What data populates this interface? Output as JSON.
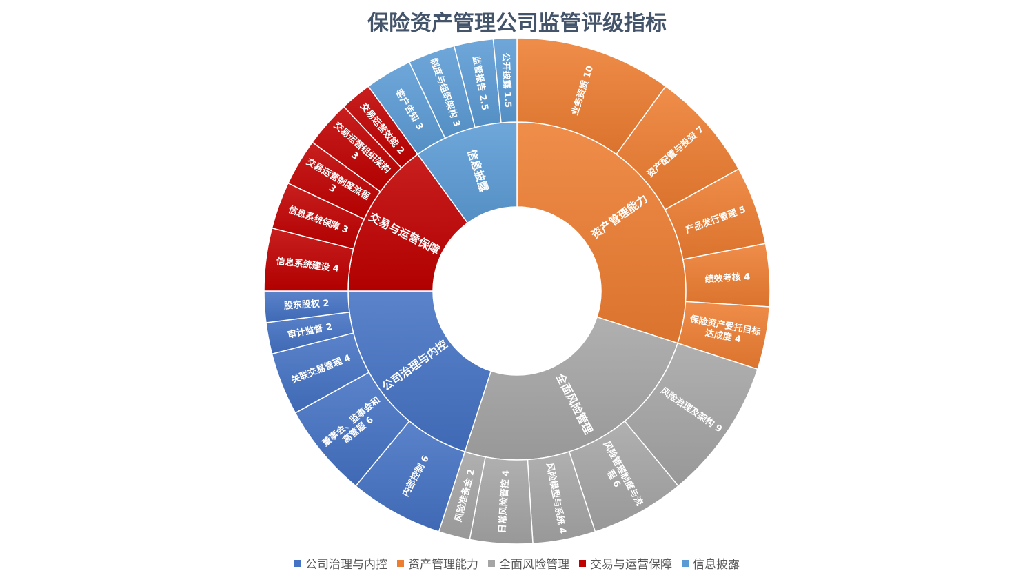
{
  "chart_data": {
    "type": "sunburst",
    "title": "保险资产管理公司监管评级指标",
    "legend_position": "bottom",
    "categories": [
      {
        "name": "资产管理能力",
        "color": "#ED7D31",
        "children": [
          {
            "name": "业务资质",
            "value": 10
          },
          {
            "name": "资产配置与投资",
            "value": 7
          },
          {
            "name": "产品发行管理",
            "value": 5
          },
          {
            "name": "绩效考核",
            "value": 4
          },
          {
            "name": "保险资产受托目标达成度",
            "value": 4
          }
        ]
      },
      {
        "name": "全面风险管理",
        "color": "#A5A5A5",
        "children": [
          {
            "name": "风险治理及架构",
            "value": 9
          },
          {
            "name": "风险管理制度与流程",
            "value": 6
          },
          {
            "name": "风险模型与系统",
            "value": 4
          },
          {
            "name": "日常风险管控",
            "value": 4
          },
          {
            "name": "风险准备金",
            "value": 2
          }
        ]
      },
      {
        "name": "公司治理与内控",
        "color": "#4472C4",
        "children": [
          {
            "name": "内部控制",
            "value": 6
          },
          {
            "name": "董事会、监事会和高管层",
            "value": 6
          },
          {
            "name": "关联交易管理",
            "value": 4
          },
          {
            "name": "审计监督",
            "value": 2
          },
          {
            "name": "股东股权",
            "value": 2
          }
        ]
      },
      {
        "name": "交易与运营保障",
        "color": "#C00000",
        "children": [
          {
            "name": "信息系统建设",
            "value": 4
          },
          {
            "name": "信息系统保障",
            "value": 3
          },
          {
            "name": "交易运营制度流程",
            "value": 3
          },
          {
            "name": "交易运营组织架构",
            "value": 3
          },
          {
            "name": "交易运营效能",
            "value": 2
          }
        ]
      },
      {
        "name": "信息披露",
        "color": "#5B9BD5",
        "children": [
          {
            "name": "客户告知",
            "value": 3
          },
          {
            "name": "制度与组织架构",
            "value": 3
          },
          {
            "name": "监管报告",
            "value": 2.5
          },
          {
            "name": "公开披露",
            "value": 1.5
          }
        ]
      }
    ],
    "legend": [
      {
        "label": "公司治理与内控",
        "color": "#4472C4"
      },
      {
        "label": "资产管理能力",
        "color": "#ED7D31"
      },
      {
        "label": "全面风险管理",
        "color": "#A5A5A5"
      },
      {
        "label": "交易与运营保障",
        "color": "#C00000"
      },
      {
        "label": "信息披露",
        "color": "#5B9BD5"
      }
    ]
  }
}
